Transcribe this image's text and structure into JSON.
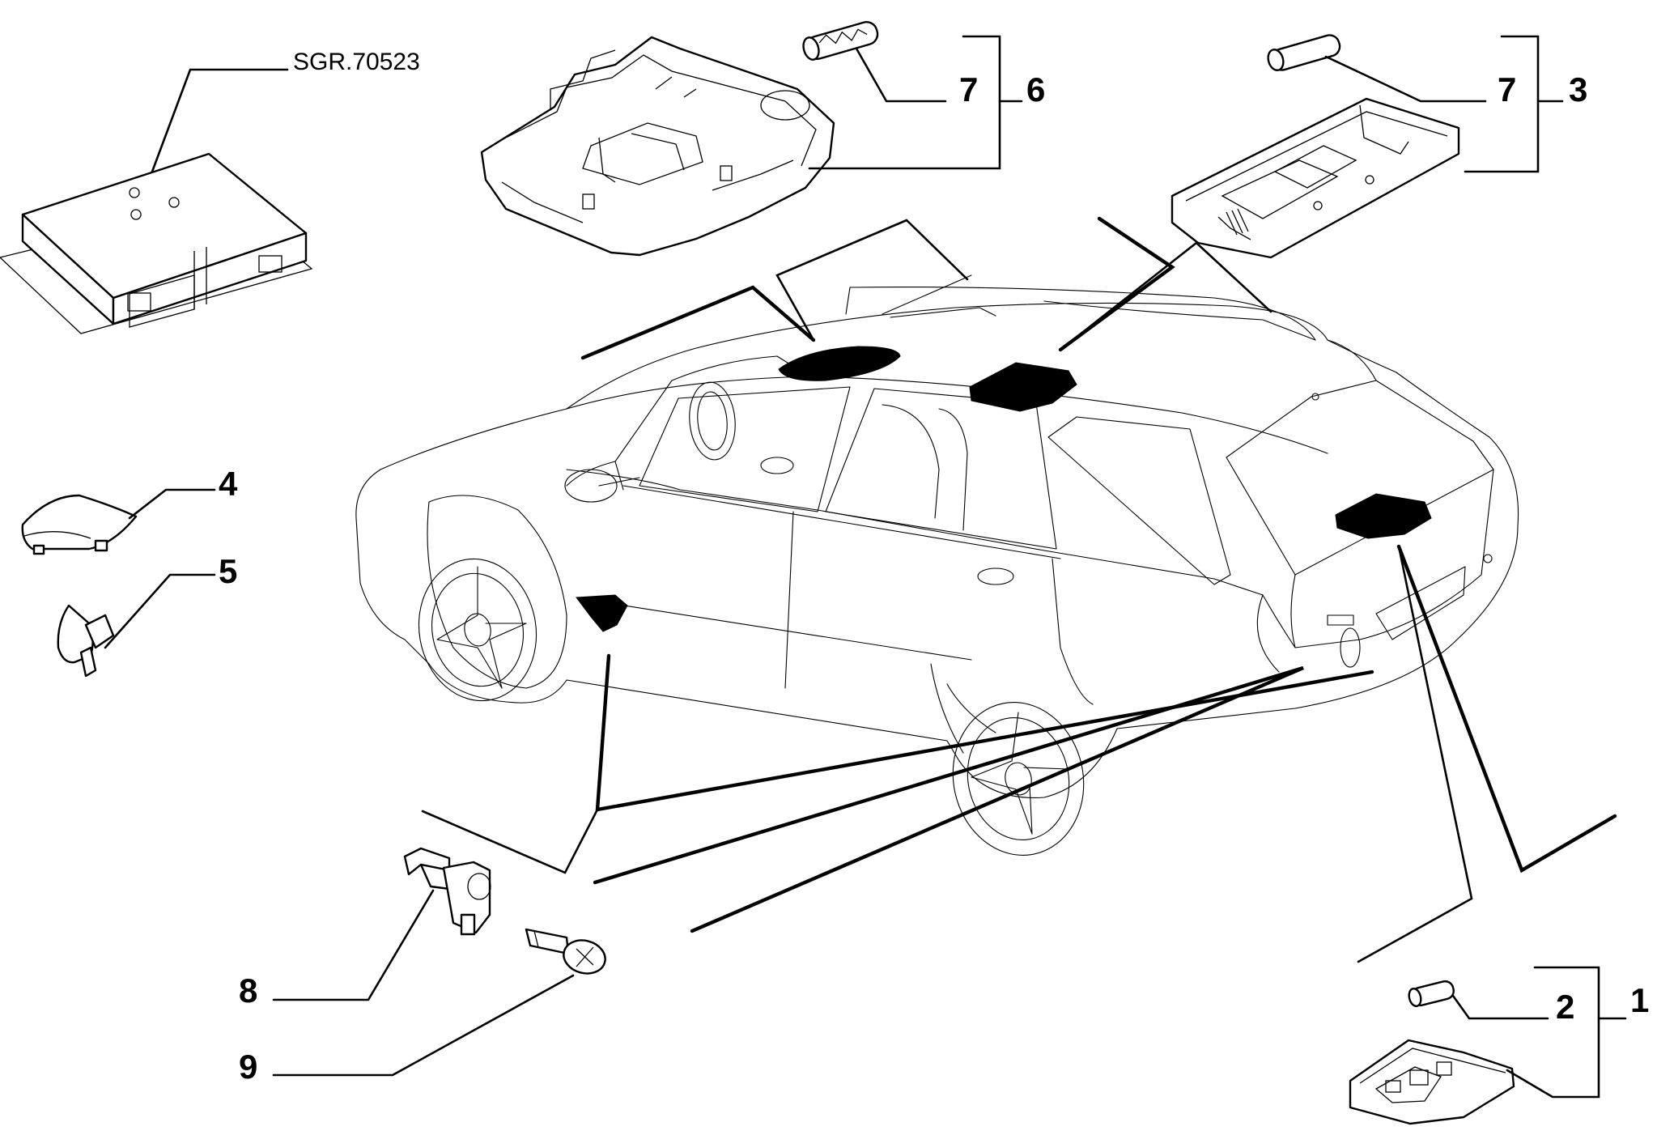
{
  "diagram": {
    "reference_code": "SGR.70523",
    "callouts": {
      "n1": "1",
      "n2": "2",
      "n3": "3",
      "n4": "4",
      "n5": "5",
      "n6": "6",
      "n7a": "7",
      "n7b": "7",
      "n8": "8",
      "n9": "9"
    }
  }
}
